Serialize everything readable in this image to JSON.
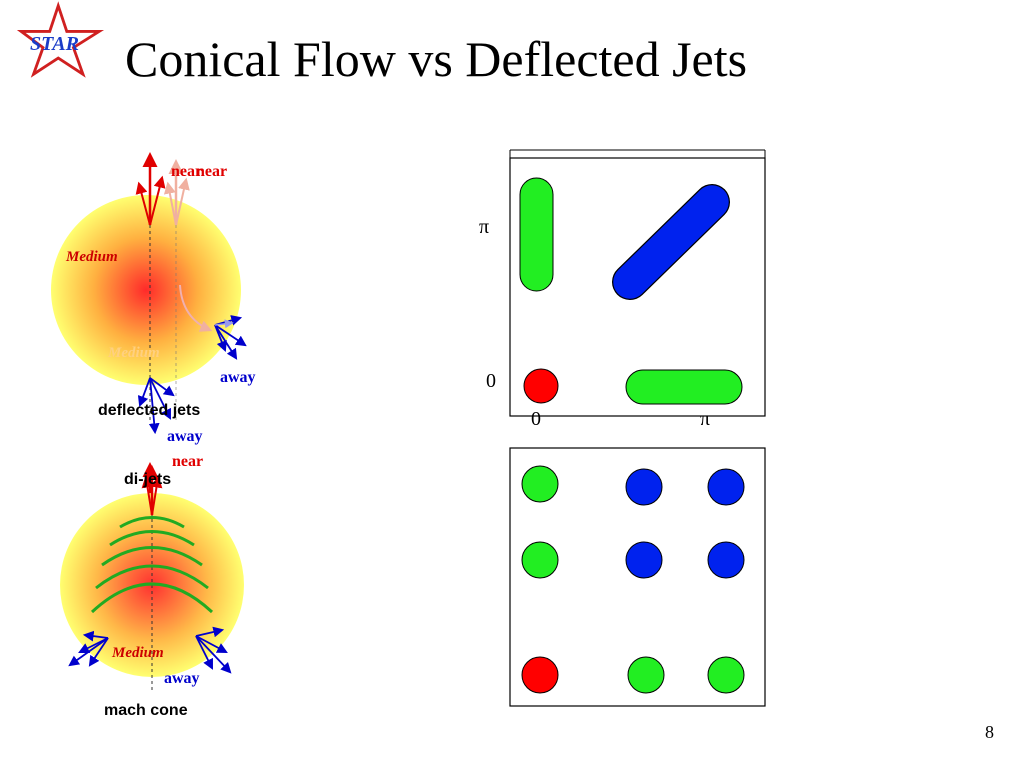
{
  "slide": {
    "title": "Conical Flow vs Deflected Jets",
    "page_number": "8",
    "logo_text": "STAR"
  },
  "deflected": {
    "near_label_1": "near",
    "near_label_2": "near",
    "medium_label": "Medium",
    "medium_faded_label": "Medium",
    "away_label": "away",
    "caption": "deflected jets"
  },
  "dijets": {
    "away_label": "away",
    "near_label": "near",
    "caption": "di-jets"
  },
  "mach": {
    "medium_label": "Medium",
    "away_label": "away",
    "caption": "mach cone"
  },
  "top_plot": {
    "y_tick_pi": "π",
    "y_tick_zero": "0",
    "x_tick_zero": "0",
    "x_tick_pi": "π"
  },
  "colors": {
    "near": "#e00000",
    "away": "#0000cc",
    "medium_center": "#ff2a2a",
    "medium_edge": "#ffff66",
    "cone": "#22aa22",
    "green": "#22ee22",
    "blue": "#0022ee",
    "red": "#ff0000"
  }
}
